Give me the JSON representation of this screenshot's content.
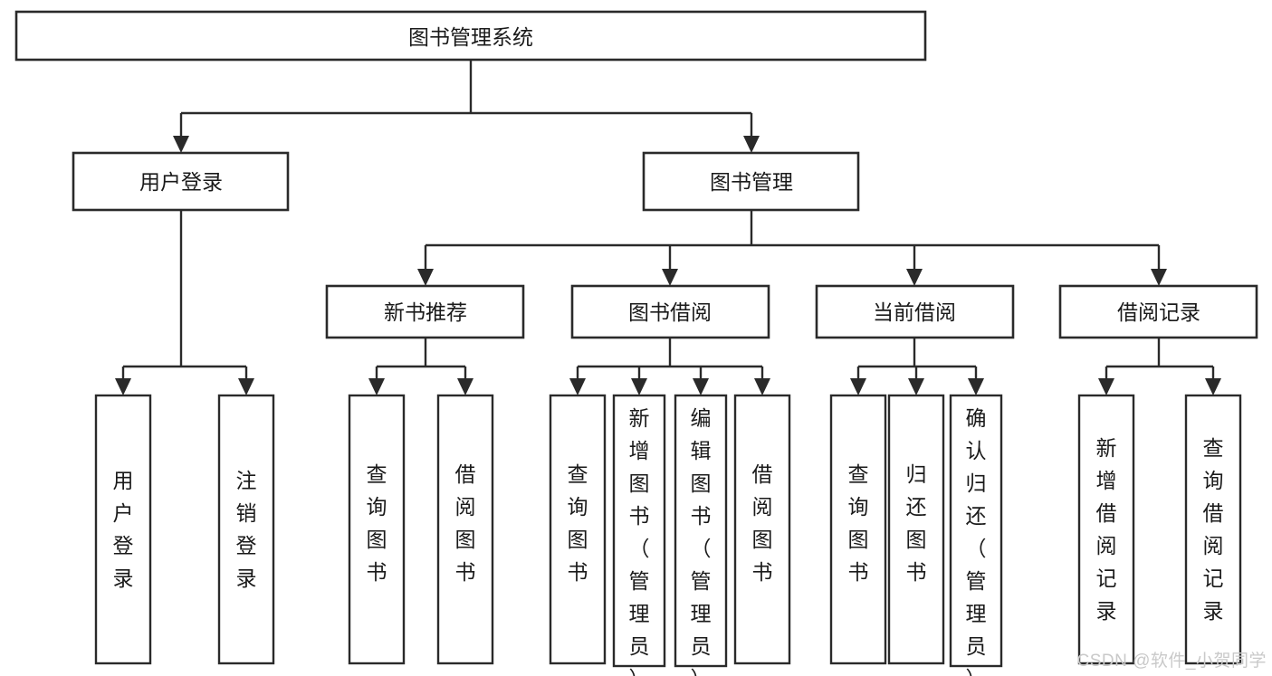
{
  "diagram": {
    "type": "tree-hierarchy",
    "title": "图书管理系统",
    "watermark": "CSDN @软件_小贺同学",
    "colors": {
      "background": "#ffffff",
      "stroke": "#2a2a2a",
      "text": "#1a1a1a",
      "watermark": "#c9c9c9"
    },
    "levels": {
      "root": {
        "label": "图书管理系统"
      },
      "level2": [
        {
          "label": "用户登录"
        },
        {
          "label": "图书管理"
        }
      ],
      "level3": [
        {
          "label": "新书推荐"
        },
        {
          "label": "图书借阅"
        },
        {
          "label": "当前借阅"
        },
        {
          "label": "借阅记录"
        }
      ],
      "leaves": {
        "user_login": [
          {
            "label": "用户登录"
          },
          {
            "label": "注销登录"
          }
        ],
        "new_book": [
          {
            "label": "查询图书"
          },
          {
            "label": "借阅图书"
          }
        ],
        "book_borrow": [
          {
            "label": "查询图书"
          },
          {
            "label": "新增图书（管理员）"
          },
          {
            "label": "编辑图书（管理员）"
          },
          {
            "label": "借阅图书"
          }
        ],
        "current_borrow": [
          {
            "label": "查询图书"
          },
          {
            "label": "归还图书"
          },
          {
            "label": "确认归还（管理员）"
          }
        ],
        "borrow_record": [
          {
            "label": "新增借阅记录"
          },
          {
            "label": "查询借阅记录"
          }
        ]
      }
    }
  }
}
